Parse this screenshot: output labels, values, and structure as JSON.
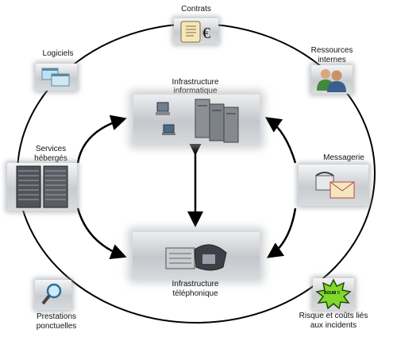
{
  "nodes": {
    "contrats": "Contrats",
    "logiciels": "Logiciels",
    "ressources_line1": "Ressources",
    "ressources_line2": "internes",
    "infra_info_line1": "Infrastructure",
    "infra_info_line2": "informatique",
    "services_line1": "Services",
    "services_line2": "hébergés",
    "messagerie": "Messagerie",
    "infra_tel_line1": "Infrastructure",
    "infra_tel_line2": "téléphonique",
    "prestations_line1": "Prestations",
    "prestations_line2": "ponctuelles",
    "risque_line1": "Risque et coûts liés",
    "risque_line2": "aux incidents"
  },
  "badges": {
    "boum": "BOUM !!"
  },
  "icons": {
    "contrats": "scroll-euro-icon",
    "logiciels": "windows-icon",
    "ressources": "people-icon",
    "infra_info": "computers-servers-icon",
    "services": "server-rack-icon",
    "messagerie": "phone-mail-icon",
    "infra_tel": "switch-phone-icon",
    "prestations": "magnifier-icon",
    "risque": "explosion-icon"
  }
}
